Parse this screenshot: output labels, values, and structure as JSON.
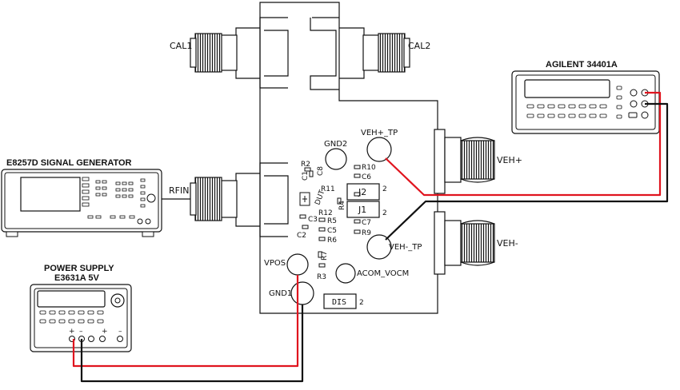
{
  "instruments": {
    "signal_generator": "E8257D SIGNAL GENERATOR",
    "multimeter": "AGILENT 34401A",
    "power_supply_line1": "POWER SUPPLY",
    "power_supply_line2": "E3631A 5V",
    "supply_plus": "+",
    "supply_minus": "–"
  },
  "connectors": {
    "cal1": "CAL1",
    "cal2": "CAL2",
    "rfin": "RFIN",
    "veh_plus": "VEH+",
    "veh_minus": "VEH-"
  },
  "test_points": {
    "gnd2": "GND2",
    "veh_plus_tp": "VEH+_TP",
    "veh_minus_tp": "VEH-_TP",
    "vpos": "VPOS",
    "gnd1": "GND1",
    "acom_vocm": "ACOM_VOCM"
  },
  "components": {
    "r2": "R2",
    "c1": "C1",
    "c8": "C8",
    "r10": "R10",
    "c6": "C6",
    "r11": "R11",
    "dut": "DUT",
    "r12": "R12",
    "r4": "R4",
    "c3": "C3",
    "r5": "R5",
    "c2": "C2",
    "c5": "C5",
    "r6": "R6",
    "c7": "C7",
    "r9": "R9",
    "r7": "R7",
    "r3": "R3",
    "j2": "J2",
    "j1": "J1",
    "j2_pin": "2",
    "j1_pin": "2",
    "dis": "DIS",
    "dis_pin": "2"
  },
  "colors": {
    "line": "#111111",
    "red_wire": "#e0141e",
    "black_wire": "#111111"
  }
}
